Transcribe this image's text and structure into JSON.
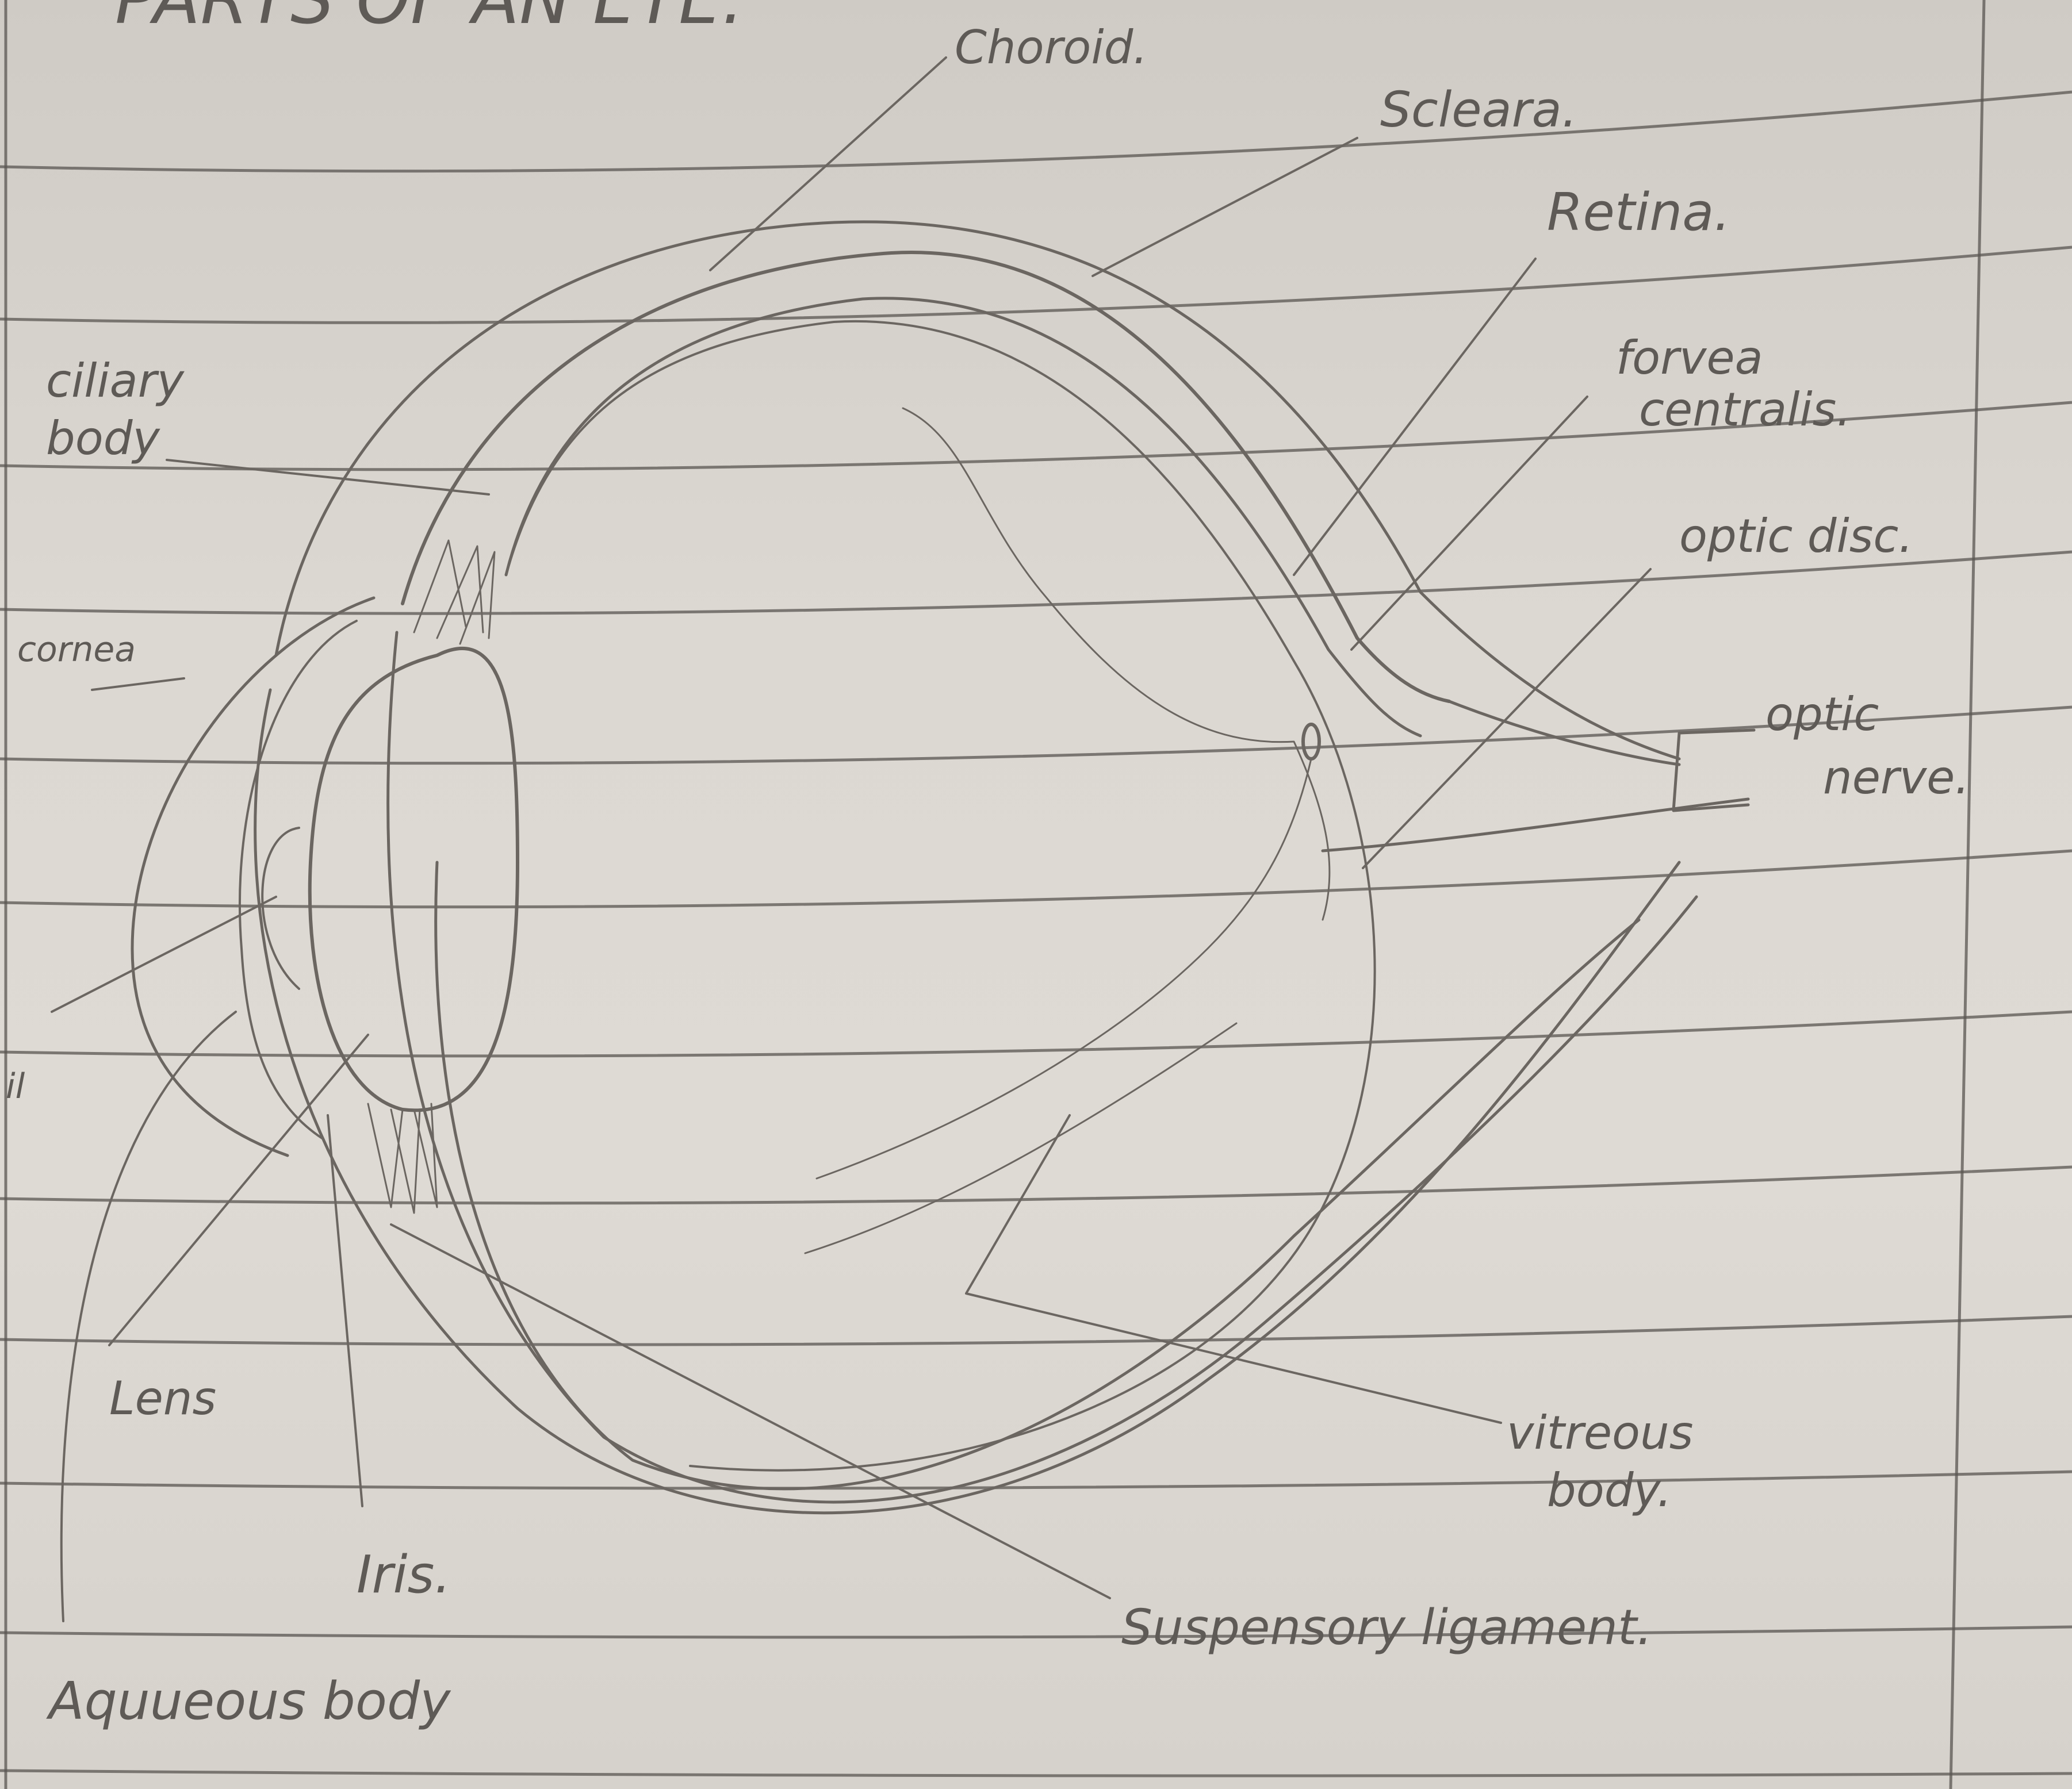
{
  "page": {
    "heading": "PARTS OF AN EYE:"
  },
  "labels": {
    "choroid": "Choroid.",
    "sclera": "Scleara.",
    "retina": "Retina.",
    "fovea_line1": "forvea",
    "fovea_line2": "centralis.",
    "optic_disc": "optic disc.",
    "optic_nerve_line1": "optic",
    "optic_nerve_line2": "nerve.",
    "ciliary_line1": "ciliary",
    "ciliary_line2": "body",
    "cornea": "cornea",
    "pupil_fragment": "il",
    "lens": "Lens",
    "iris": "Iris.",
    "aqueous": "Aquueous body",
    "vitreous_line1": "vitreous",
    "vitreous_line2": "body.",
    "suspensory": "Suspensory ligament."
  },
  "colors": {
    "paper": "#dcd8d2",
    "pencil": "#6b6661",
    "ruled_line": "#5a5652"
  }
}
